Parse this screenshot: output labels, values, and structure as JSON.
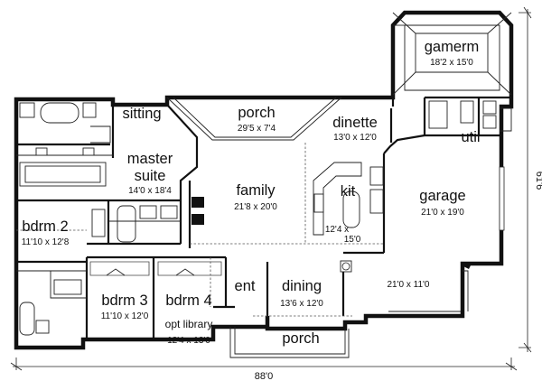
{
  "rooms": {
    "gamerm": {
      "name": "gamerm",
      "dims": "18'2 x 15'0"
    },
    "sitting": {
      "name": "sitting"
    },
    "porch_rear": {
      "name": "porch",
      "dims": "29'5 x 7'4"
    },
    "dinette": {
      "name": "dinette",
      "dims": "13'0 x 12'0"
    },
    "util": {
      "name": "util"
    },
    "master": {
      "name_line1": "master",
      "name_line2": "suite",
      "dims": "14'0 x 18'4"
    },
    "family": {
      "name": "family",
      "dims": "21'8 x 20'0"
    },
    "kit": {
      "name": "kit",
      "dims_line1": "12'4 x",
      "dims_line2": "15'0"
    },
    "garage": {
      "name": "garage",
      "dims": "21'0 x 19'0",
      "dims2": "21'0 x 11'0"
    },
    "bdrm2": {
      "name": "bdrm 2",
      "dims": "11'10 x 12'8"
    },
    "bdrm3": {
      "name": "bdrm 3",
      "dims": "11'10 x 12'0"
    },
    "bdrm4": {
      "name": "bdrm 4",
      "subtitle": "opt library",
      "dims": "12'4 x 13'0"
    },
    "ent": {
      "name": "ent"
    },
    "dining": {
      "name": "dining",
      "dims": "13'6 x 12'0"
    },
    "porch_front": {
      "name": "porch"
    }
  },
  "overall": {
    "width": "88'0",
    "depth": "61'6"
  }
}
